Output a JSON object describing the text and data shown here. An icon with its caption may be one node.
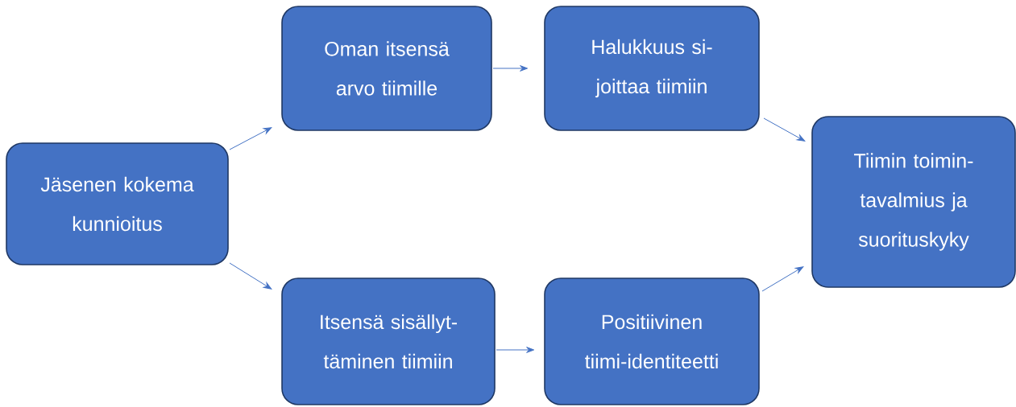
{
  "diagram": {
    "nodes": [
      {
        "text": [
          "Jäsenen kokema kunnioitus"
        ]
      },
      {
        "text": [
          "Oman itsensä arvo tiimille"
        ]
      },
      {
        "text": [
          "Halukkuus si- joittaa tiimiin"
        ]
      },
      {
        "text": [
          "Itsensä sisällyt- täminen tiimiin"
        ]
      },
      {
        "text": [
          "Positiivinen tiimi-identiteetti"
        ]
      },
      {
        "text": [
          "Tiimin toimin- tavalmius ja suorituskyky"
        ]
      }
    ],
    "edges": [
      {
        "from": 0,
        "to": 1,
        "arrow": "to"
      },
      {
        "from": 1,
        "to": 2,
        "arrow": "to"
      },
      {
        "from": 2,
        "to": 5,
        "arrow": "to"
      },
      {
        "from": 0,
        "to": 3,
        "arrow": "to"
      },
      {
        "from": 3,
        "to": 4,
        "arrow": "to"
      },
      {
        "from": 4,
        "to": 5,
        "arrow": "to"
      }
    ]
  }
}
